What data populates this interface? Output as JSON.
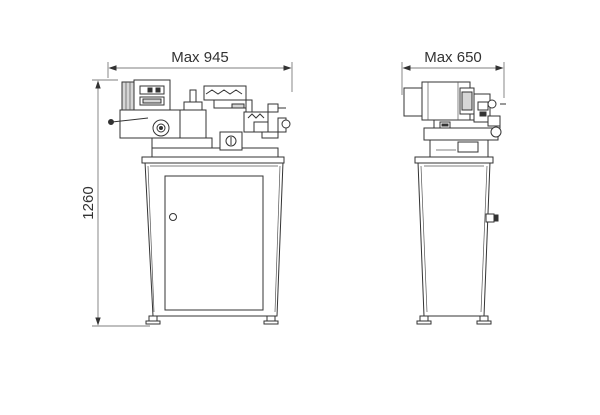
{
  "dimensions": {
    "front_width": "Max 945",
    "height": "1260",
    "side_width": "Max 650"
  }
}
